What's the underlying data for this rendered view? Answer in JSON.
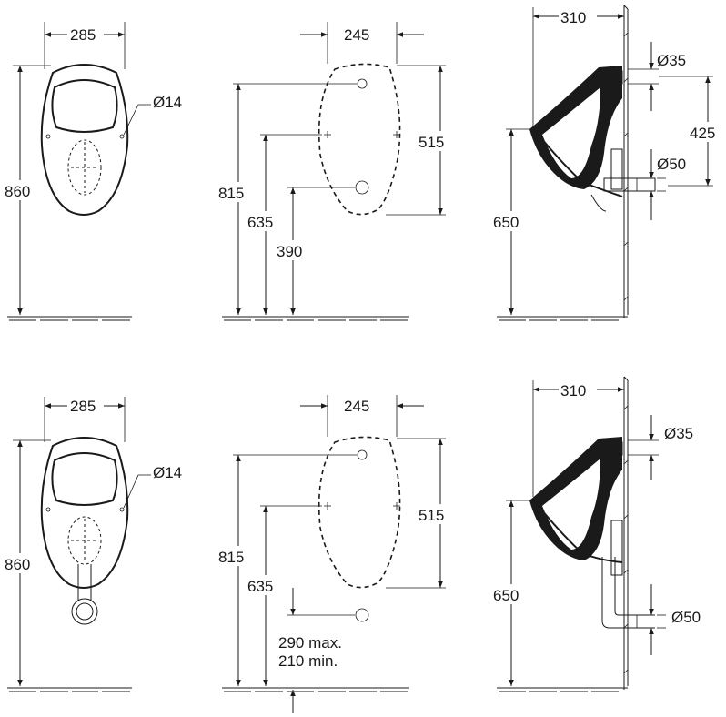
{
  "dimensions": {
    "width_bowl_top": "285",
    "width_bowl_bottom": "285",
    "height_total_top": "860",
    "height_total_bottom": "860",
    "hole_dia_top": "Ø14",
    "hole_dia_bottom": "Ø14",
    "mount_width_top": "245",
    "mount_width_bottom": "245",
    "mount_height_top": "515",
    "mount_height_bottom": "515",
    "height_815_top": "815",
    "height_815_bottom": "815",
    "height_635_top": "635",
    "height_635_bottom": "635",
    "height_390_top": "390",
    "outlet_max": "290 max.",
    "outlet_min": "210 min.",
    "depth_top": "310",
    "depth_bottom": "310",
    "inlet_dia_top": "Ø35",
    "inlet_dia_bottom": "Ø35",
    "outlet_dia_top": "Ø50",
    "outlet_dia_bottom": "Ø50",
    "inlet_outlet_spacing": "425",
    "rim_height_top": "650",
    "rim_height_bottom": "650"
  },
  "colors": {
    "line": "#1a1a1a",
    "background": "#ffffff"
  }
}
